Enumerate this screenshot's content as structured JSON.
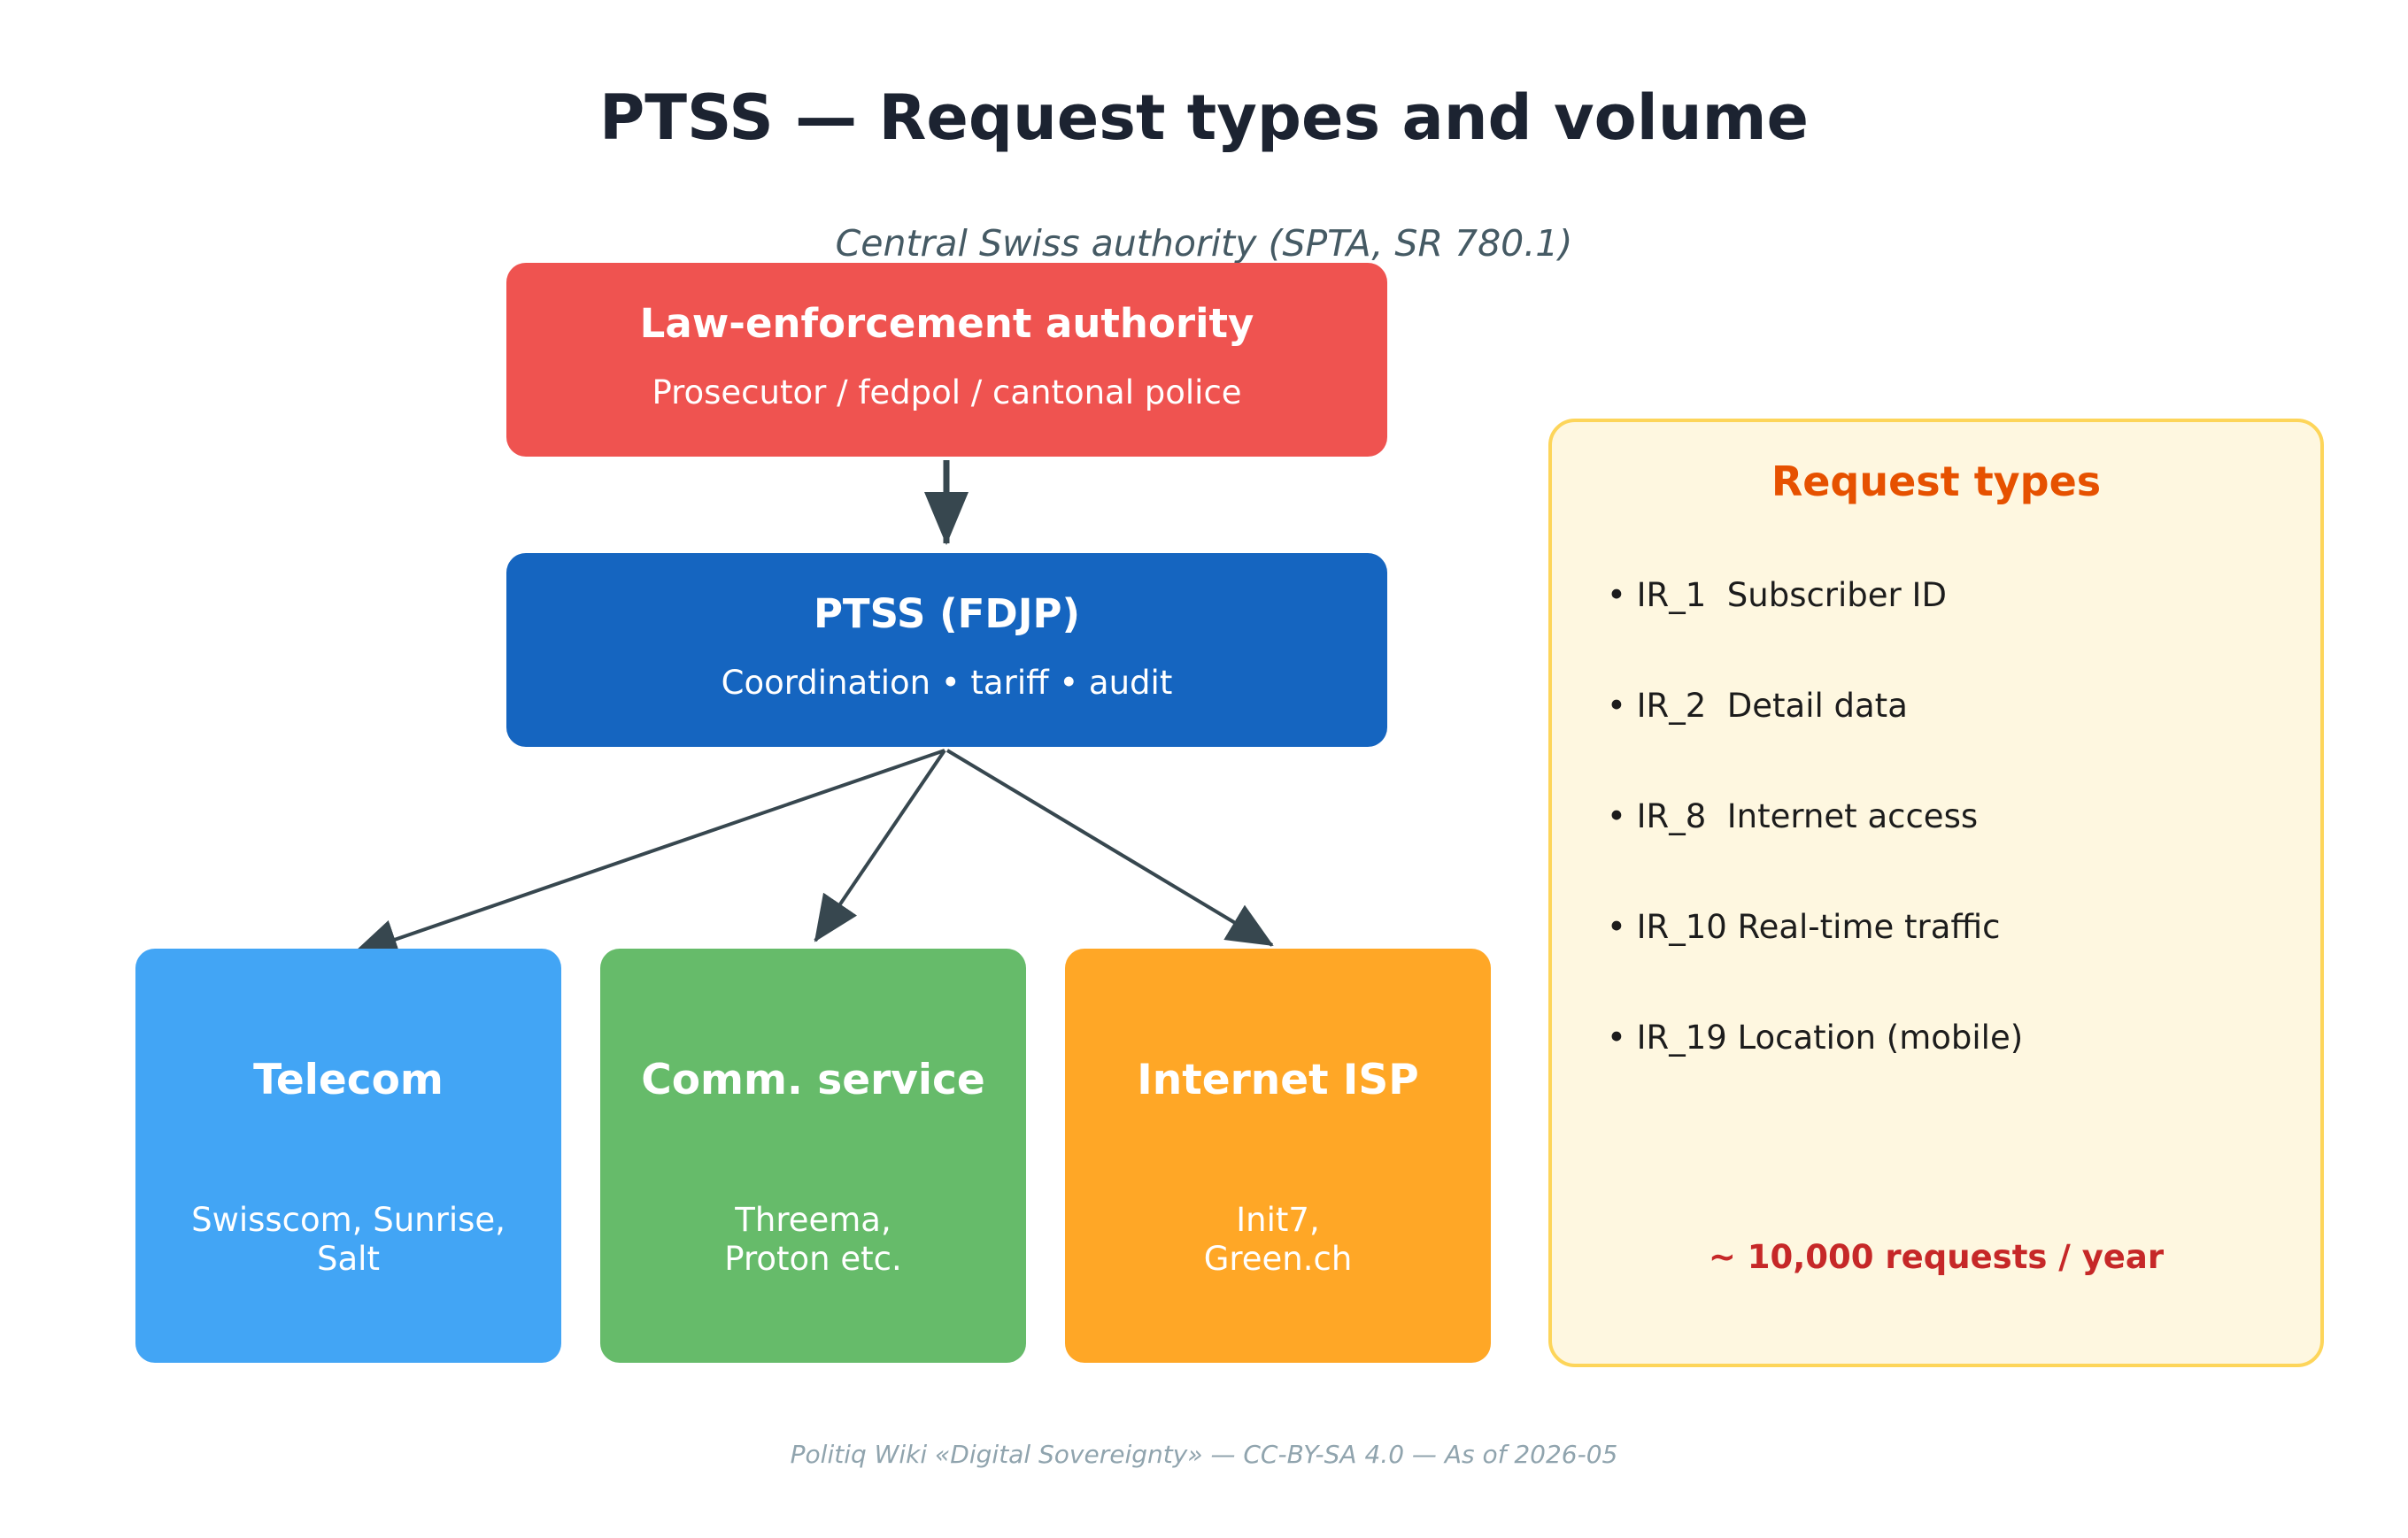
{
  "title": "PTSS — Request types and volume",
  "subtitle": "Central Swiss authority (SPTA, SR 780.1)",
  "law": {
    "heading": "Law-enforcement authority",
    "sub": "Prosecutor / fedpol / cantonal police",
    "color": "#ef5350"
  },
  "ptss": {
    "heading": "PTSS (FDJP)",
    "sub": "Coordination • tariff • audit",
    "color": "#1565c0"
  },
  "providers": [
    {
      "heading": "Telecom",
      "sub": "Swisscom, Sunrise,\nSalt",
      "color": "#42a5f5"
    },
    {
      "heading": "Comm. service",
      "sub": "Threema,\nProton etc.",
      "color": "#66bb6a"
    },
    {
      "heading": "Internet ISP",
      "sub": "Init7,\nGreen.ch",
      "color": "#ffa726"
    }
  ],
  "request_types": {
    "title": "Request types",
    "items": [
      "• IR_1  Subscriber ID",
      "• IR_2  Detail data",
      "• IR_8  Internet access",
      "• IR_10 Real-time traffic",
      "• IR_19 Location (mobile)"
    ],
    "volume": "~ 10,000 requests / year"
  },
  "footer": "Politiq Wiki «Digital Sovereignty» — CC-BY-SA 4.0 — As of 2026-05"
}
